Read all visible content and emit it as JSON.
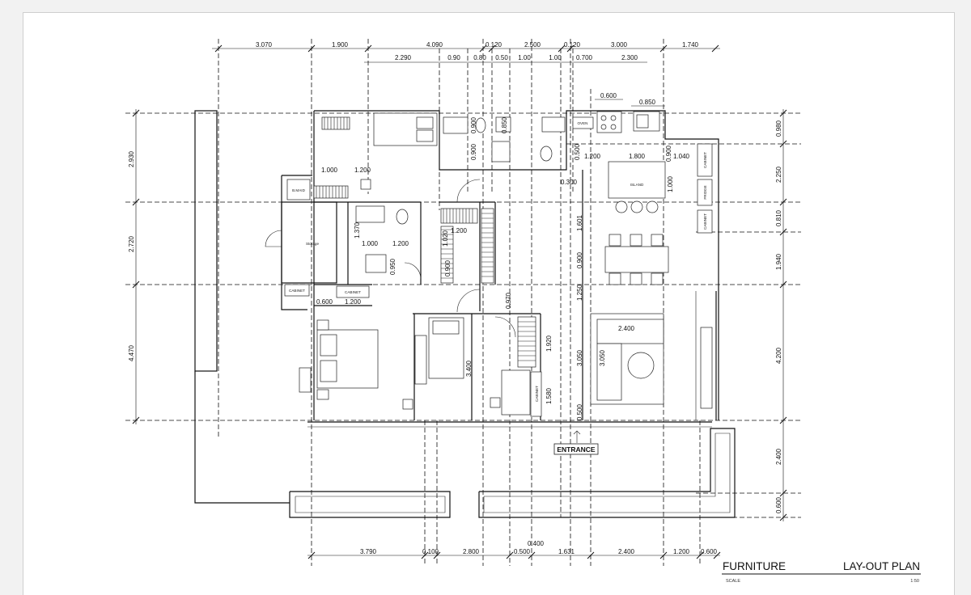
{
  "dimensions": {
    "top_row1": [
      "3.070",
      "1.900",
      "4.090",
      "0.120",
      "2.500",
      "0.120",
      "3.000",
      "1.740"
    ],
    "top_row2": [
      "2.290",
      "0.90",
      "0.80",
      "0.50",
      "1.00",
      "1.00",
      "0.700",
      "2.300"
    ],
    "top_small": [
      "0.600",
      "0.850"
    ],
    "bottom_row1": [
      "0.400"
    ],
    "bottom_row2": [
      "3.790",
      "0.100",
      "2.800",
      "0.500",
      "1.631",
      "2.400",
      "1.200",
      "0.600"
    ],
    "left": [
      "2.930",
      "2.720",
      "4.470"
    ],
    "right": [
      "0.980",
      "2.250",
      "0.810",
      "1.940",
      "4.200",
      "2.400",
      "0.600"
    ],
    "interior": [
      "1.000",
      "1.200",
      "1.370",
      "1.000",
      "1.200",
      "0.950",
      "1.020",
      "1.200",
      "0.900",
      "0.970",
      "0.600",
      "1.200",
      "0.900",
      "0.850",
      "0.900",
      "0.500",
      "1.200",
      "1.800",
      "0.900",
      "1.040",
      "1.000",
      "0.300",
      "1.601",
      "0.900",
      "1.250",
      "2.400",
      "3.050",
      "3.050",
      "1.920",
      "1.580",
      "3.400",
      "0.500"
    ]
  },
  "labels": {
    "maid": "B.MAID",
    "storage": "Storage",
    "cabinet": "CABINET",
    "oven": "OVEN",
    "island": "ISLAND",
    "fridge": "FRIDGE",
    "entrance": "ENTRANCE"
  },
  "title_block": {
    "left_title": "FURNITURE",
    "right_title": "LAY-OUT PLAN",
    "scale_label": "SCALE",
    "scale_value": "1:50"
  }
}
